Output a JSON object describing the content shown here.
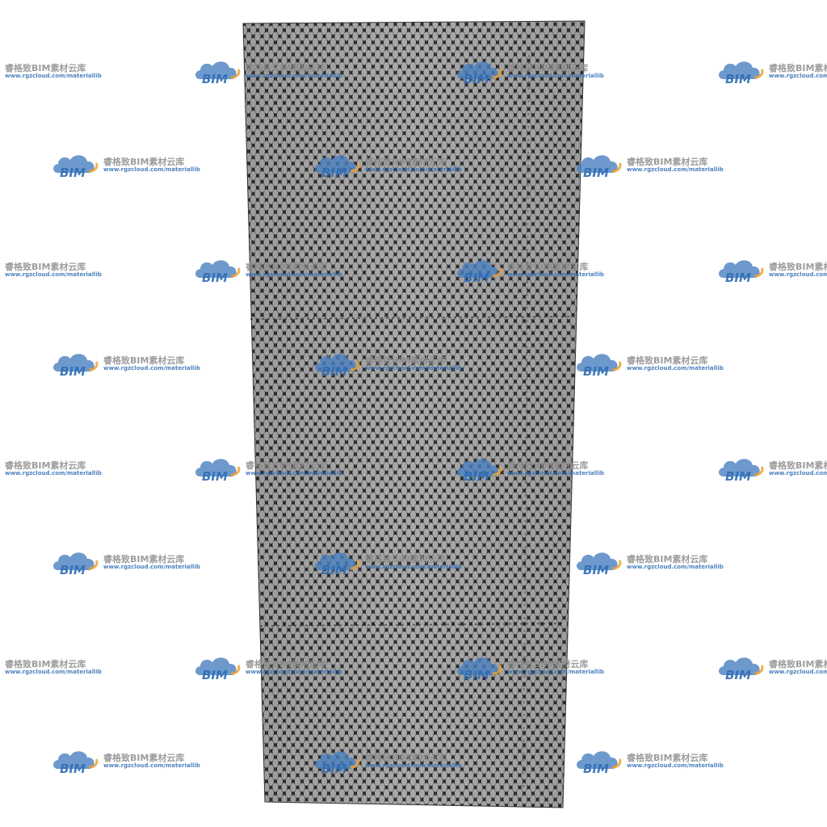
{
  "texture": {
    "name": "woven-mesh-fabric",
    "background_color": "#ffffff",
    "cell_fill_color": "#a9a9a9",
    "strand_color": "#2b2b2b"
  },
  "watermark": {
    "logo_text": "BIM",
    "title": "睿格致BIM素材云库",
    "url": "www.rgzcloud.com/materiallib",
    "cloud_color": "#4a7fc1",
    "accent_color": "#f0a030"
  }
}
